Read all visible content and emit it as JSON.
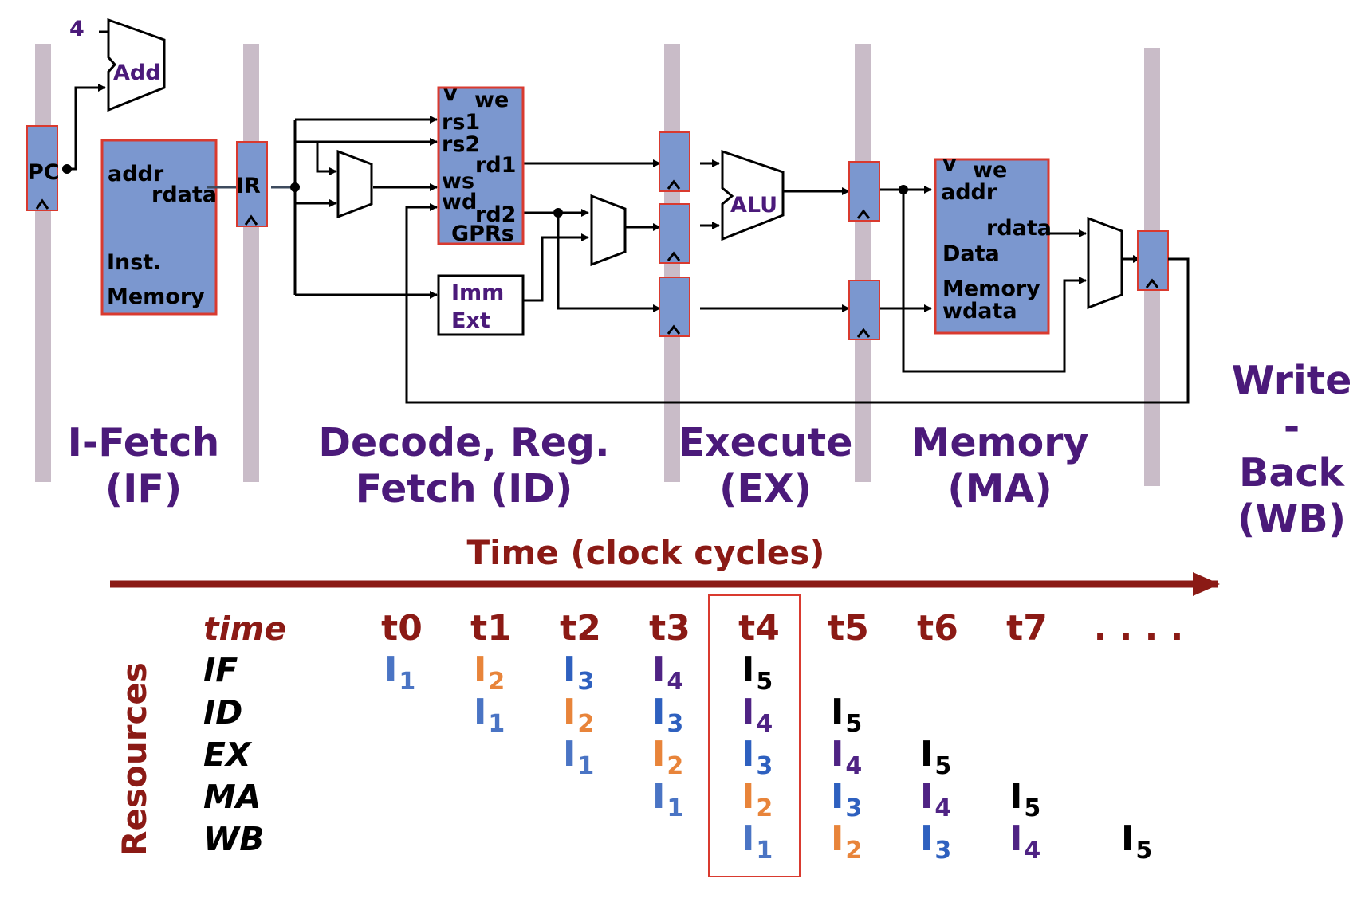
{
  "datapath": {
    "add_constant": "4",
    "adder": "Add",
    "pc": "PC",
    "ir": "IR",
    "inst_memory": {
      "addr": "addr",
      "rdata": "rdata",
      "line1": "Inst.",
      "line2": "Memory"
    },
    "gprs": {
      "v": "v",
      "we": "we",
      "rs1": "rs1",
      "rs2": "rs2",
      "rd1": "rd1",
      "ws": "ws",
      "wd": "wd",
      "rd2": "rd2",
      "name": "GPRs"
    },
    "imm_ext": {
      "line1": "Imm",
      "line2": "Ext"
    },
    "alu": "ALU",
    "data_memory": {
      "v": "v",
      "we": "we",
      "addr": "addr",
      "rdata": "rdata",
      "line1": "Data",
      "line2": "Memory",
      "wdata": "wdata"
    }
  },
  "stages": [
    {
      "line1": "I-Fetch",
      "line2": "(IF)"
    },
    {
      "line1": "Decode, Reg.",
      "line2": "Fetch (ID)"
    },
    {
      "line1": "Execute",
      "line2": "(EX)"
    },
    {
      "line1": "Memory",
      "line2": "(MA)"
    },
    {
      "line1": "Write",
      "line2": "-",
      "line3": "Back",
      "line4": "(WB)"
    }
  ],
  "timeline": {
    "title": "Time (clock cycles)"
  },
  "table": {
    "resources_label": "Resources",
    "time_label": "time",
    "columns": [
      "t0",
      "t1",
      "t2",
      "t3",
      "t4",
      "t5",
      "t6",
      "t7",
      ". . . ."
    ],
    "rows": [
      {
        "name": "IF",
        "cells": [
          "1",
          "2",
          "3",
          "4",
          "5",
          "",
          "",
          "",
          ""
        ]
      },
      {
        "name": "ID",
        "cells": [
          "",
          "1",
          "2",
          "3",
          "4",
          "5",
          "",
          "",
          ""
        ]
      },
      {
        "name": "EX",
        "cells": [
          "",
          "",
          "1",
          "2",
          "3",
          "4",
          "5",
          "",
          ""
        ]
      },
      {
        "name": "MA",
        "cells": [
          "",
          "",
          "",
          "1",
          "2",
          "3",
          "4",
          "5",
          ""
        ]
      },
      {
        "name": "WB",
        "cells": [
          "",
          "",
          "",
          "",
          "1",
          "2",
          "3",
          "4",
          "5"
        ]
      }
    ],
    "instruction_prefix": "I",
    "highlighted_column": "t4"
  },
  "colors": {
    "pipeline_reg": "#7b97cf",
    "box_border": "#d93a2f",
    "stage_bar": "#c9bcc8",
    "stage_text": "#4b1a7a",
    "time_red": "#8b1a15",
    "I1": "#4a74c4",
    "I2": "#e8843a",
    "I3": "#2e60bf",
    "I4": "#4f2384",
    "I5": "#000000"
  }
}
